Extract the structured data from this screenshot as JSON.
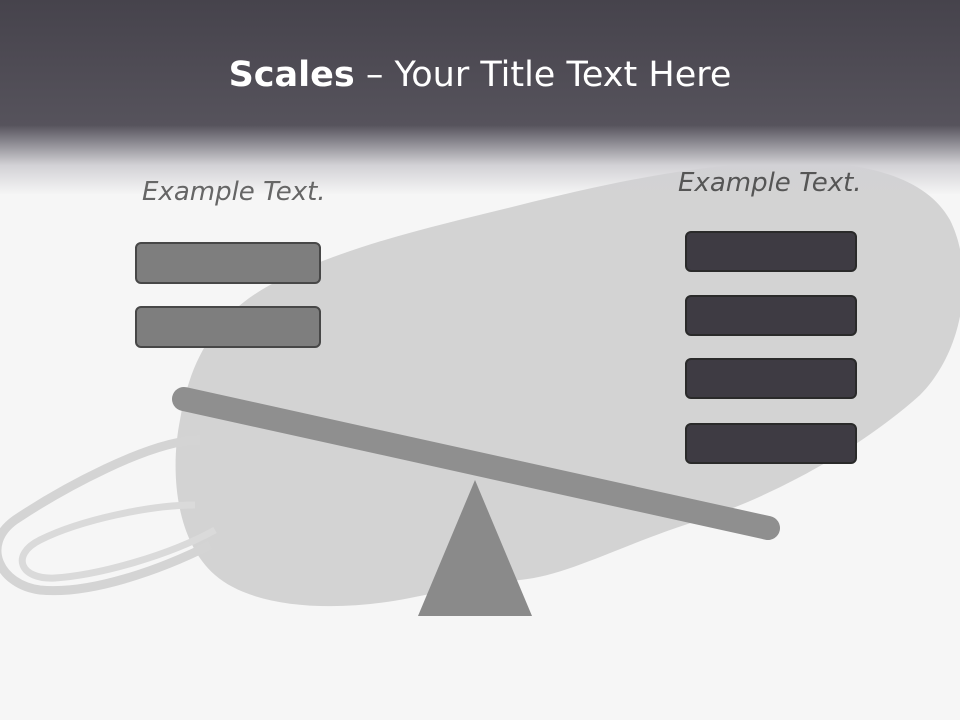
{
  "title": {
    "bold": "Scales",
    "rest": " – Your Title Text Here"
  },
  "left_pan": {
    "label": "Example Text.",
    "box_count": 2
  },
  "right_pan": {
    "label": "Example Text.",
    "box_count": 4
  }
}
